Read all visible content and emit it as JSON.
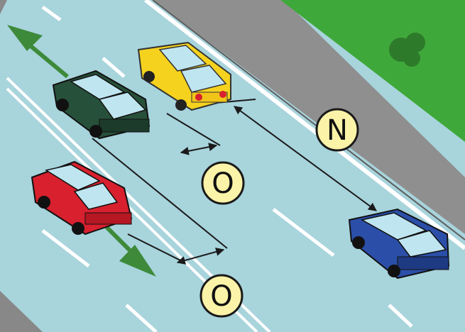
{
  "labels": {
    "n": "N",
    "o_upper": "O",
    "o_lower": "O"
  },
  "colors": {
    "road": "#a8d4dc",
    "shoulder": "#8c8c8c",
    "grass": "#3fa83a",
    "lane_marking": "#ffffff",
    "car_yellow": "#f5d21e",
    "car_dark_green": "#27503a",
    "car_red": "#d8202e",
    "car_blue": "#2b4fa8",
    "arrow_green": "#3d8a3a",
    "label_fill": "#fbf3a8"
  }
}
